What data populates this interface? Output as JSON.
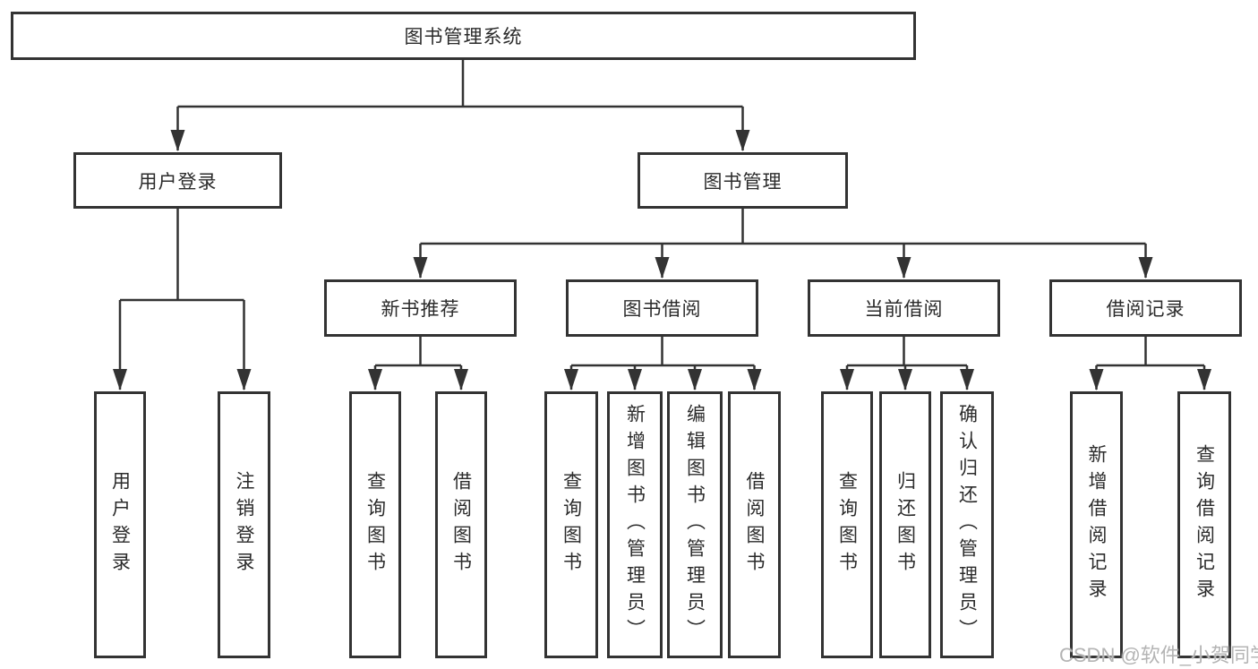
{
  "title": "图书管理系统",
  "level2": [
    {
      "label": "用户登录"
    },
    {
      "label": "图书管理"
    }
  ],
  "level3": [
    {
      "label": "新书推荐"
    },
    {
      "label": "图书借阅"
    },
    {
      "label": "当前借阅"
    },
    {
      "label": "借阅记录"
    }
  ],
  "leaves": {
    "login_group": [
      {
        "label": "用户登录"
      },
      {
        "label": "注销登录"
      }
    ],
    "recommend_group": [
      {
        "label": "查询图书"
      },
      {
        "label": "借阅图书"
      }
    ],
    "borrow_group": [
      {
        "label": "查询图书"
      },
      {
        "label": "新增图书（管理员）"
      },
      {
        "label": "编辑图书（管理员）"
      },
      {
        "label": "借阅图书"
      }
    ],
    "current_group": [
      {
        "label": "查询图书"
      },
      {
        "label": "归还图书"
      },
      {
        "label": "确认归还（管理员）"
      }
    ],
    "record_group": [
      {
        "label": "新增借阅记录"
      },
      {
        "label": "查询借阅记录"
      }
    ]
  },
  "watermark": "CSDN @软件_小贺同学",
  "colors": {
    "line": "#333333",
    "box_border": "#333333",
    "box_fill": "#ffffff",
    "background": "#ffffff",
    "text": "#2b2b2b",
    "watermark": "#b4b4b4"
  }
}
